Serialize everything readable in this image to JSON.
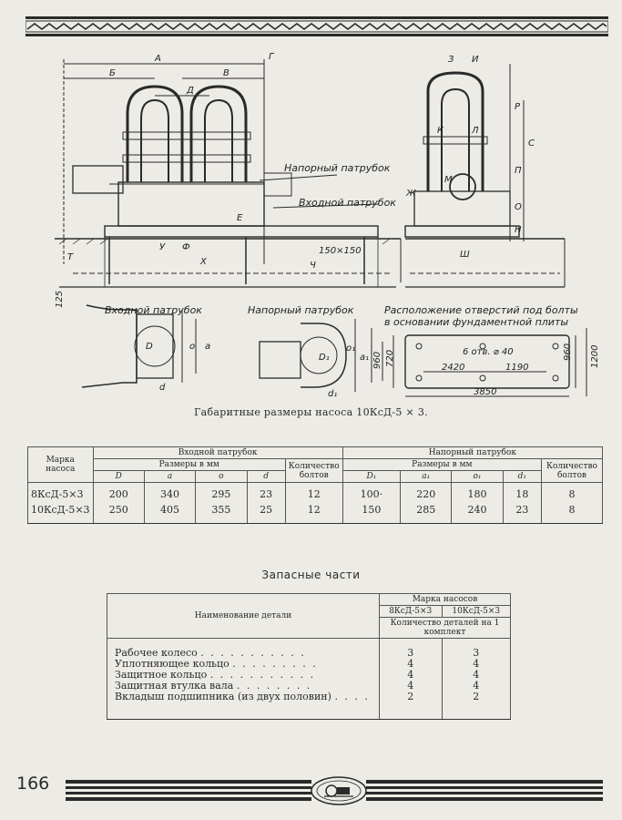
{
  "drawing_labels": {
    "pressure_nozzle": "Напорный патрубок",
    "inlet_nozzle": "Входной патрубок",
    "size_150": "150×150",
    "inlet_detail_title": "Входной патрубок",
    "pressure_detail_title": "Напорный патрубок",
    "holes_title_1": "Расположение отверстий под болты",
    "holes_title_2": "в основании фундаментной плиты",
    "holes_note": "6 отв. ⌀ 40",
    "dim_960": "960",
    "dim_720": "720",
    "dim_2420": "2420",
    "dim_1190": "1190",
    "dim_3850": "3850",
    "dim_1200": "1200",
    "dim_960b": "960",
    "dim_125": "125",
    "letters": [
      "А",
      "Б",
      "В",
      "Г",
      "Д",
      "Е",
      "Ж",
      "З",
      "И",
      "К",
      "Л",
      "М",
      "Н",
      "О",
      "П",
      "Р",
      "С",
      "Т",
      "У",
      "Ф",
      "Х",
      "Ч",
      "Ш",
      "D",
      "a",
      "o",
      "d",
      "D₁",
      "a₁",
      "o₁",
      "d₁"
    ]
  },
  "caption": "Габаритные размеры насоса 10КсД-5 × 3.",
  "table1": {
    "col_brand": "Марка насоса",
    "inlet_group": "Входной патрубок",
    "pressure_group": "Напорный патрубок",
    "sizes_mm": "Размеры в мм",
    "bolts": "Количество болтов",
    "inlet_cols": [
      "D",
      "a",
      "o",
      "d"
    ],
    "pressure_cols": [
      "D₁",
      "a₁",
      "o₁",
      "d₁"
    ],
    "rows": [
      {
        "brand": "8КсД-5×3",
        "D": "200",
        "a": "340",
        "o": "295",
        "d": "23",
        "bolts_in": "12",
        "D1": "100·",
        "a1": "220",
        "o1": "180",
        "d1": "18",
        "bolts_out": "8"
      },
      {
        "brand": "10КсД-5×3",
        "D": "250",
        "a": "405",
        "o": "355",
        "d": "25",
        "bolts_in": "12",
        "D1": "150",
        "a1": "285",
        "o1": "240",
        "d1": "23",
        "bolts_out": "8"
      }
    ]
  },
  "spare_title": "Запасные части",
  "table2": {
    "col_name": "Наименование детали",
    "brand_group": "Марка насосов",
    "brands": [
      "8КсД-5×3",
      "10КсД-5×3"
    ],
    "count_label": "Количество деталей на 1 комплект",
    "rows": [
      {
        "name": "Рабочее колесо",
        "dots": ". . . . . . . . . . .",
        "a": "3",
        "b": "3"
      },
      {
        "name": "Уплотняющее кольцо",
        "dots": ". . . . . . . . .",
        "a": "4",
        "b": "4"
      },
      {
        "name": "Защитное кольцо",
        "dots": ". . . . . . . . . . .",
        "a": "4",
        "b": "4"
      },
      {
        "name": "Защитная втулка вала",
        "dots": ". . . . . . . .",
        "a": "4",
        "b": "4"
      },
      {
        "name": "Вкладыш подшипника (из двух половин)",
        "dots": ". . . .",
        "a": "2",
        "b": "2"
      }
    ]
  },
  "page_number": "166"
}
